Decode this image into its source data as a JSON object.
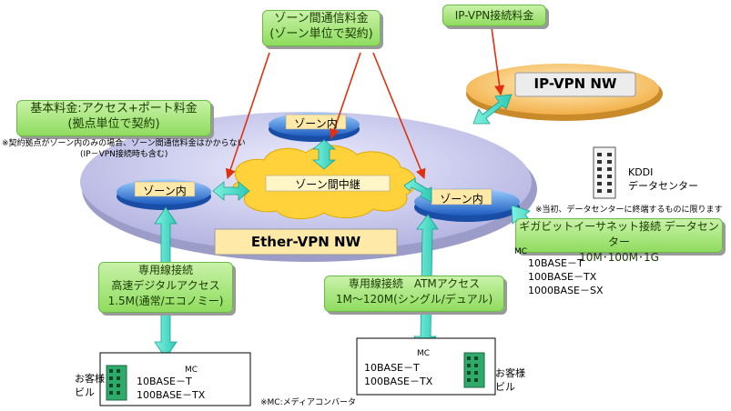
{
  "labels": {
    "zone_fee_line1": "ゾーン間通信料金",
    "zone_fee_line2": "(ゾーン単位で契約)",
    "ipvpn_fee": "IP-VPN接続料金",
    "ipvpn_nw": "IP-VPN NW",
    "base_fee_line1": "基本料金:アクセス+ポート料金",
    "base_fee_line2": "(拠点単位で契約)",
    "note_line1": "※契約拠点がゾーン内のみの場合、ゾーン間通信料金はかからない",
    "note_line2": "(IP－VPN接続時も含む)",
    "zone_top": "ゾーン内",
    "zone_left": "ゾーン内",
    "zone_right": "ゾーン内",
    "zone_relay": "ゾーン間中継",
    "ether_vpn_nw": "Ether-VPN NW",
    "kddi_line1": "KDDI",
    "kddi_line2": "データセンター",
    "dc_note": "※当初、データセンターに終端するものに限ります",
    "gigabit_line1": "ギガビットイーサネット接続 データセンター",
    "gigabit_line2": "10M･100M･1G",
    "mc_right": "MC",
    "right_spec1": "10BASE－T",
    "right_spec2": "100BASE－TX",
    "right_spec3": "1000BASE－SX",
    "leased_left_line1": "専用線接続",
    "leased_left_line2": "高速デジタルアクセス",
    "leased_left_line3": "1.5M(通常/エコノミー)",
    "leased_mid_line1": "専用線接続　ATMアクセス",
    "leased_mid_line2": "1M～120M(シングル/デュアル)",
    "mc_left": "MC",
    "left_spec1": "10BASE－T",
    "left_spec2": "100BASE－TX",
    "customer_left_line1": "お客様",
    "customer_left_line2": "ビル",
    "mc_mid": "MC",
    "mid_spec1": "10BASE－T",
    "mid_spec2": "100BASE－TX",
    "customer_mid_line1": "お客様",
    "customer_mid_line2": "ビル",
    "mc_footnote": "※MC:メディアコンバータ"
  },
  "colors": {
    "ether_platform": "#c8c8ee",
    "zone_disc": "#2a6fd0",
    "zone_label_bg": "#ffe9a8",
    "cloud": "#ffd23c",
    "ipvpn_platform": "#ffc56a",
    "access_arrow": "#44ddcc",
    "fee_arrow": "#e03010",
    "green_box": "#a8e67a"
  }
}
